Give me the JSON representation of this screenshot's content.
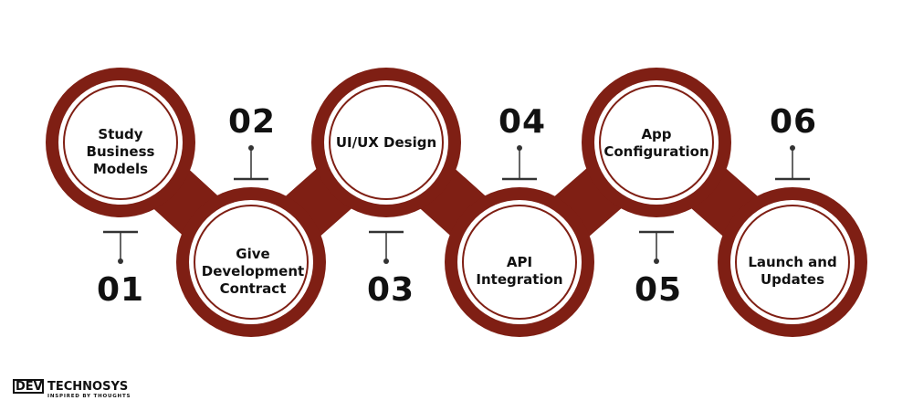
{
  "colors": {
    "ring": "#7f1f14",
    "inner_fill": "#ffffff",
    "inner_border": "#7f1f14",
    "text": "#111111"
  },
  "steps": [
    {
      "number": "01",
      "label": "Study Business\nModels"
    },
    {
      "number": "02",
      "label": "Give\nDevelopment\nContract"
    },
    {
      "number": "03",
      "label": "UI/UX Design"
    },
    {
      "number": "04",
      "label": "API\nIntegration"
    },
    {
      "number": "05",
      "label": "App\nConfiguration"
    },
    {
      "number": "06",
      "label": "Launch and\nUpdates"
    }
  ],
  "logo": {
    "mark": "DEV",
    "word": "TECHNOSYS",
    "tagline": "INSPIRED BY THOUGHTS"
  }
}
